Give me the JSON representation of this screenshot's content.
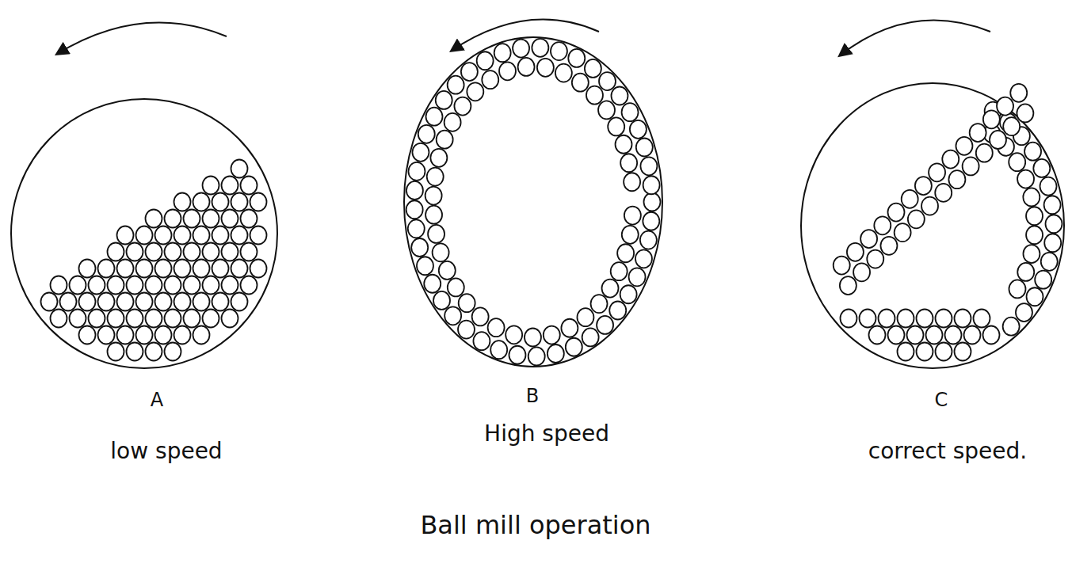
{
  "diagram": {
    "caption": "Ball mill operation",
    "labels": [
      "A",
      "low speed",
      "B",
      "High speed",
      "C",
      "correct speed."
    ]
  }
}
